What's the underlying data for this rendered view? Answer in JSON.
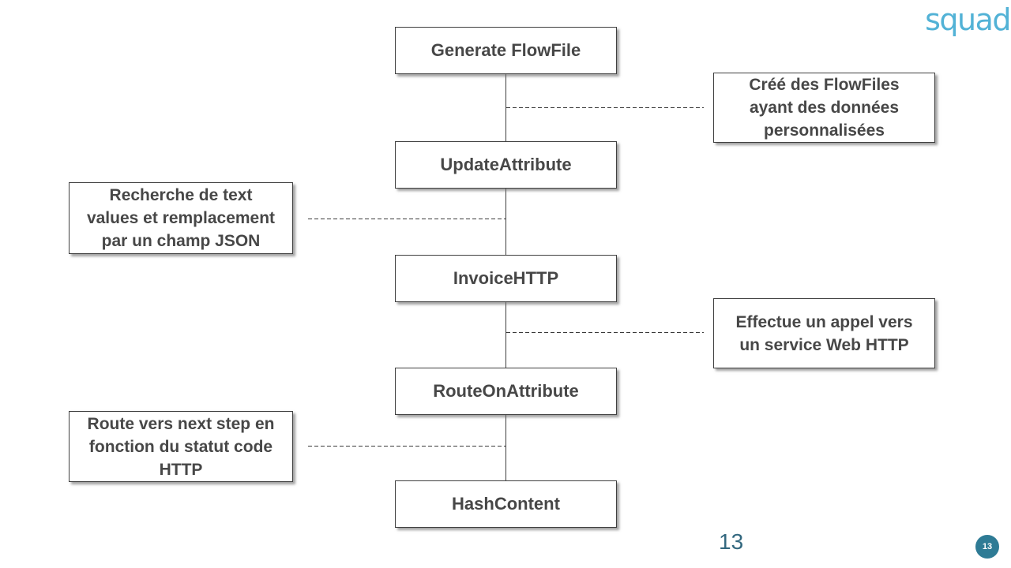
{
  "slide": {
    "logo_text": "squad",
    "page_number": "13",
    "badge_number": "13"
  },
  "flow": {
    "nodes": [
      {
        "label": "Generate FlowFile"
      },
      {
        "label": "UpdateAttribute"
      },
      {
        "label": "InvoiceHTTP"
      },
      {
        "label": "RouteOnAttribute"
      },
      {
        "label": "HashContent"
      }
    ],
    "annotations": [
      {
        "side": "right",
        "target": "Generate FlowFile",
        "label": "Créé des FlowFiles\nayant des données\npersonnalisées"
      },
      {
        "side": "left",
        "target": "UpdateAttribute",
        "label": "Recherche de text\nvalues et remplacement\npar un champ JSON"
      },
      {
        "side": "right",
        "target": "InvoiceHTTP",
        "label": "Effectue un appel vers\nun service Web HTTP"
      },
      {
        "side": "left",
        "target": "RouteOnAttribute",
        "label": "Route vers next step en\nfonction du statut code\nHTTP"
      }
    ]
  },
  "colors": {
    "logo": "#52b2d6",
    "page_number": "#33687f",
    "badge_background": "#2e7b95",
    "badge_text": "#ffffff",
    "box_border": "#404040",
    "box_text": "#474747",
    "connector": "#3f3f3f",
    "background": "#ffffff"
  }
}
